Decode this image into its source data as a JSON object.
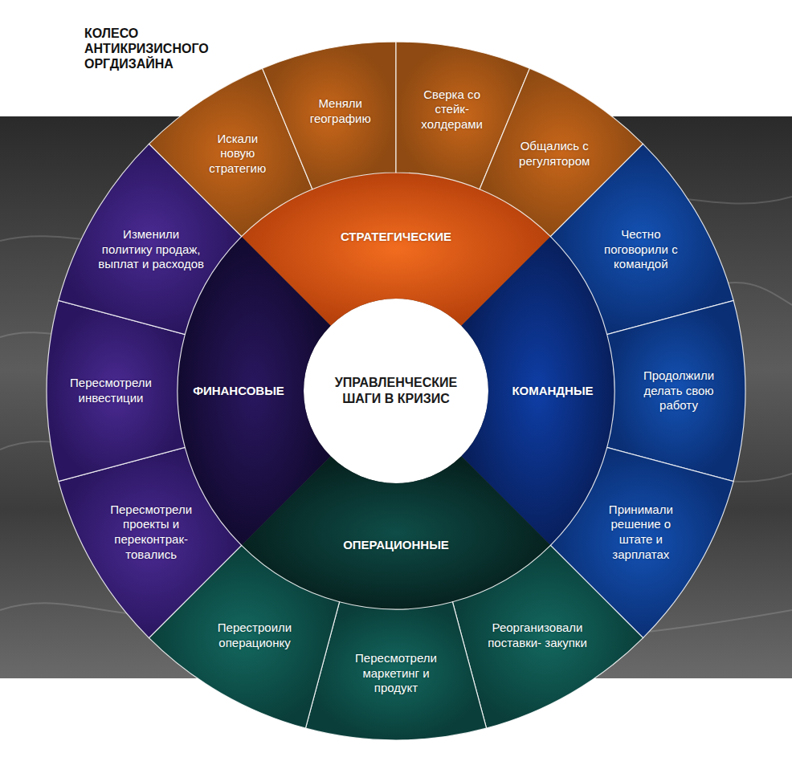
{
  "diagram": {
    "title": "КОЛЕСО АНТИКРИЗИСНОГО ОРГДИЗАЙНА",
    "nodes": [
      {
        "text": [
          "УПРАВЛЕНЧЕСКИЕ ШАГИ В КРИЗИС"
        ]
      },
      {
        "text": [
          "СТРАТЕГИЧЕСКИЕ"
        ]
      },
      {
        "text": [
          "КОМАНДНЫЕ"
        ]
      },
      {
        "text": [
          "ОПЕРАЦИОННЫЕ"
        ]
      },
      {
        "text": [
          "ФИНАНСОВЫЕ"
        ]
      },
      {
        "text": [
          "Искали новую стратегию"
        ]
      },
      {
        "text": [
          "Меняли географию"
        ]
      },
      {
        "text": [
          "Сверка со стейк- холдерами"
        ]
      },
      {
        "text": [
          "Общались с регулятором"
        ]
      },
      {
        "text": [
          "Честно поговорили с командой"
        ]
      },
      {
        "text": [
          "Продолжили делать свою работу"
        ]
      },
      {
        "text": [
          "Принимали решение о штате и зарплатах"
        ]
      },
      {
        "text": [
          "Реорганизовали поставки- закупки"
        ]
      },
      {
        "text": [
          "Пересмотрели маркетинг и продукт"
        ]
      },
      {
        "text": [
          "Перестроили операционку"
        ]
      },
      {
        "text": [
          "Пересмотрели проекты и переконтрак- товались"
        ]
      },
      {
        "text": [
          "Пересмотрели инвестиции"
        ]
      },
      {
        "text": [
          "Изменили политику продаж, выплат и расходов"
        ]
      }
    ]
  }
}
